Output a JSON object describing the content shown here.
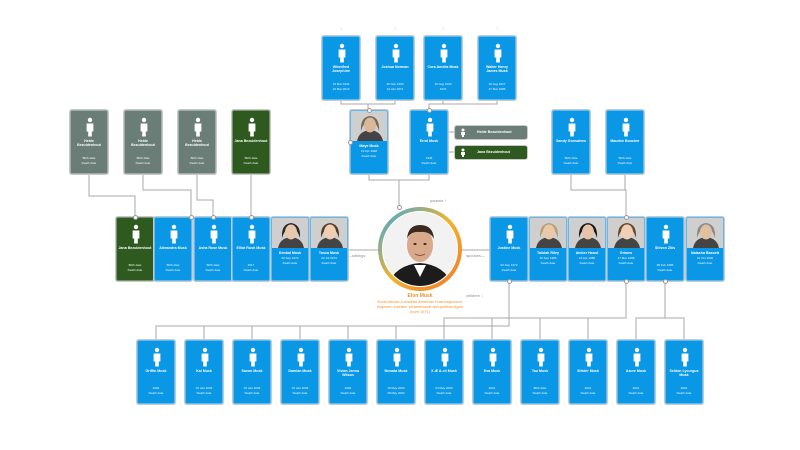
{
  "colors": {
    "blue": "#0a97e6",
    "gray": "#6a7d76",
    "green": "#2e5a1f",
    "accent": "#f0932b",
    "line": "#a9a9a9"
  },
  "labels": {
    "birth_date": "Birth date",
    "death_date": "Death date",
    "parents": "parents ↑",
    "siblings": "—siblings",
    "spouses": "spouses—",
    "children": "children ↓"
  },
  "center": {
    "name": "Elon Musk",
    "description": "South African-Canadian-American businessperson, engineer, investor, philanthropist and political figure (born 1971)"
  },
  "great_grandparents": [
    {
      "name": "Winnifred Josephine",
      "d1": "19 Mar 1904",
      "d2": "19 Mar 2013",
      "color": "blue"
    },
    {
      "name": "Joshua Norman",
      "d1": "25 Nov 1902",
      "d2": "13 Jan 1974",
      "color": "blue"
    },
    {
      "name": "Cora Amelia Musk",
      "d1": "16 Aug 1920",
      "d2": "1970",
      "color": "blue"
    },
    {
      "name": "Walter Henry James Musk",
      "d1": "24 Aug 1917",
      "d2": "27 Mar 1986",
      "color": "blue"
    }
  ],
  "parents": [
    {
      "name": "Maye Musk",
      "d1": "19 Apr 1948",
      "d2": "Death date",
      "color": "photo"
    },
    {
      "name": "Errol Musk",
      "d1": "1946",
      "d2": "Death date",
      "color": "blue"
    }
  ],
  "errol_spouses": [
    {
      "name": "Heide Bezuidenhout",
      "color": "gray"
    },
    {
      "name": "Jana Bezuidenhout",
      "color": "green"
    }
  ],
  "left_upper": [
    {
      "name": "Heide Bezuidenhout",
      "d1": "Birth date",
      "d2": "Death date",
      "color": "gray"
    },
    {
      "name": "Heide Bezuidenhout",
      "d1": "Birth date",
      "d2": "Death date",
      "color": "gray"
    },
    {
      "name": "Heide Bezuidenhout",
      "d1": "Birth date",
      "d2": "Death date",
      "color": "gray"
    },
    {
      "name": "Jana Bezuidenhout",
      "d1": "Birth date",
      "d2": "Death date",
      "color": "green"
    }
  ],
  "right_upper": [
    {
      "name": "Sandy Gonsalves",
      "d1": "Birth date",
      "d2": "Death date",
      "color": "blue"
    },
    {
      "name": "Maurice Boucher",
      "d1": "Birth date",
      "d2": "Death date",
      "color": "blue"
    }
  ],
  "siblings": [
    {
      "name": "Jana Bezuidenhout",
      "d1": "Birth date",
      "d2": "Death date",
      "color": "green"
    },
    {
      "name": "Alexandra Musk",
      "d1": "Birth date",
      "d2": "Death date",
      "color": "blue"
    },
    {
      "name": "Asha Rose Musk",
      "d1": "Birth date",
      "d2": "Death date",
      "color": "blue"
    },
    {
      "name": "Elliot Rush Musk",
      "d1": "2017",
      "d2": "Death date",
      "color": "blue"
    },
    {
      "name": "Kimbal Musk",
      "d1": "20 Sep 1972",
      "d2": "Death date",
      "color": "photo"
    },
    {
      "name": "Tosca Musk",
      "d1": "20 Jul 1974",
      "d2": "Death date",
      "color": "photo"
    }
  ],
  "spouses": [
    {
      "name": "Justine Musk",
      "d1": "02 Sep 1972",
      "d2": "Death date",
      "color": "blue"
    },
    {
      "name": "Talulah Riley",
      "d1": "26 Sep 1985",
      "d2": "Death date",
      "color": "photo"
    },
    {
      "name": "Amber Heard",
      "d1": "22 Apr 1986",
      "d2": "Death date",
      "color": "photo"
    },
    {
      "name": "Grimes",
      "d1": "17 Mar 1988",
      "d2": "Death date",
      "color": "photo"
    },
    {
      "name": "Shivon Zilis",
      "d1": "28 Feb 1986",
      "d2": "Death date",
      "color": "blue"
    },
    {
      "name": "Natasha Bassett",
      "d1": "16 Oct 1992",
      "d2": "Death date",
      "color": "photo"
    }
  ],
  "children": [
    {
      "name": "Griffin Musk",
      "d1": "2004",
      "d2": "Death date"
    },
    {
      "name": "Kai Musk",
      "d1": "01 Jan 2006",
      "d2": "Death date"
    },
    {
      "name": "Saxon Musk",
      "d1": "01 Jan 2006",
      "d2": "Death date"
    },
    {
      "name": "Damian Musk",
      "d1": "01 Jan 2006",
      "d2": "Death date"
    },
    {
      "name": "Vivian Jenna Wilson",
      "d1": "2004",
      "d2": "Death date"
    },
    {
      "name": "Nevada Musk",
      "d1": "19 May 2002",
      "d2": "28 May 2002"
    },
    {
      "name": "X Æ A-xii Musk",
      "d1": "04 May 2020",
      "d2": "Death date"
    },
    {
      "name": "Exa Musk",
      "d1": "2021",
      "d2": "Death date"
    },
    {
      "name": "Tau Musk",
      "d1": "Birth date",
      "d2": "Death date"
    },
    {
      "name": "Strider Musk",
      "d1": "2021",
      "d2": "Death date"
    },
    {
      "name": "Azure Musk",
      "d1": "2021",
      "d2": "Death date"
    },
    {
      "name": "Seldon Lycurgus Musk",
      "d1": "2024",
      "d2": "Death date"
    }
  ]
}
